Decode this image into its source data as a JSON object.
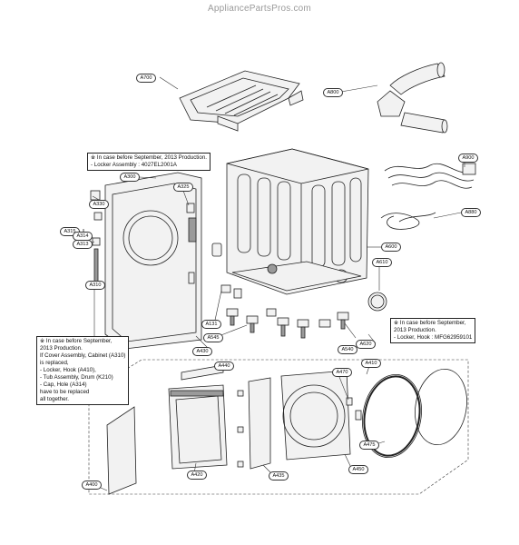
{
  "watermark": "AppliancePartsPros.com",
  "notes": {
    "top_line1": "※ In case before September, 2013 Production.",
    "top_line2": "- Locker Assembly : 4027EL2001A",
    "left_line1": "※ In case before September,",
    "left_line2": "2013 Production.",
    "left_line3": "If Cover Assembly, Cabinet (A310)",
    "left_line4": "is replaced,",
    "left_line5": "- Locker, Hook (A410),",
    "left_line6": "- Tub Assembly, Drum (K210)",
    "left_line7": "- Cap, Hole (A314)",
    "left_line8": "have to be replaced",
    "left_line9": "all together.",
    "right_line1": "※ In case before September,",
    "right_line2": "2013 Production.",
    "right_line3": "- Locker, Hook : MFG62959101"
  },
  "callouts": {
    "A700": "A700",
    "A800": "A800",
    "A900": "A900",
    "A880": "A880",
    "A600": "A600",
    "A610": "A610",
    "A300": "A300",
    "A325": "A325",
    "A330": "A330",
    "A315": "A315",
    "A314": "A314",
    "A313": "A313",
    "A310": "A310",
    "A131": "A131",
    "A545": "A545",
    "A540": "A540",
    "A620": "A620",
    "A430": "A430",
    "A410": "A410",
    "A440": "A440",
    "A470": "A470",
    "A420": "A420",
    "A450": "A450",
    "A475": "A475",
    "A435": "A435",
    "A400": "A400"
  },
  "colors": {
    "line": "#222222",
    "fill_dark": "#9a9a9a",
    "watermark": "#9a9a9a"
  }
}
